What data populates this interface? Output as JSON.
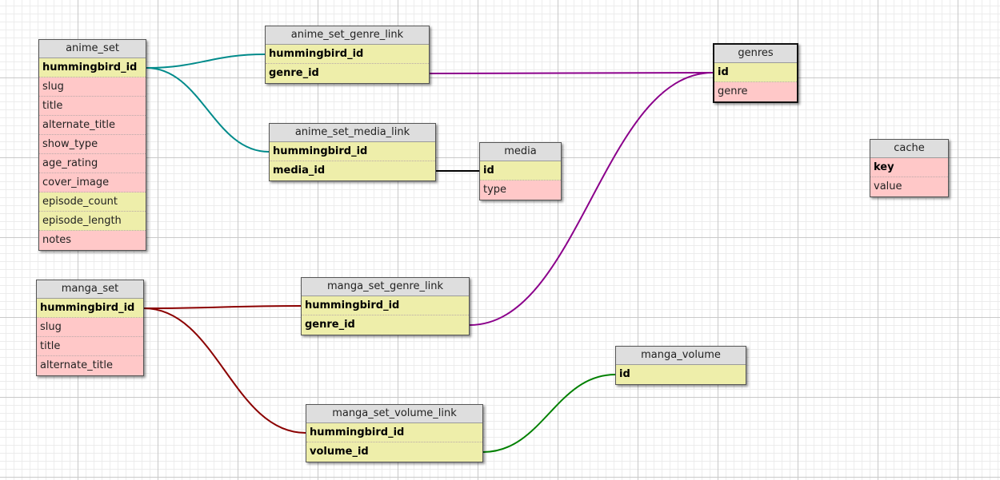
{
  "diagram": {
    "tables": [
      {
        "id": "anime_set",
        "name": "anime_set",
        "fields": [
          {
            "name": "hummingbird_id",
            "kind": "key",
            "bold": true
          },
          {
            "name": "slug",
            "kind": "plain",
            "bold": false
          },
          {
            "name": "title",
            "kind": "plain",
            "bold": false
          },
          {
            "name": "alternate_title",
            "kind": "plain",
            "bold": false
          },
          {
            "name": "show_type",
            "kind": "plain",
            "bold": false
          },
          {
            "name": "age_rating",
            "kind": "plain",
            "bold": false
          },
          {
            "name": "cover_image",
            "kind": "plain",
            "bold": false
          },
          {
            "name": "episode_count",
            "kind": "key",
            "bold": false
          },
          {
            "name": "episode_length",
            "kind": "key",
            "bold": false
          },
          {
            "name": "notes",
            "kind": "plain",
            "bold": false
          }
        ]
      },
      {
        "id": "anime_set_genre_link",
        "name": "anime_set_genre_link",
        "fields": [
          {
            "name": "hummingbird_id",
            "kind": "key",
            "bold": true
          },
          {
            "name": "genre_id",
            "kind": "key",
            "bold": true
          }
        ]
      },
      {
        "id": "anime_set_media_link",
        "name": "anime_set_media_link",
        "fields": [
          {
            "name": "hummingbird_id",
            "kind": "key",
            "bold": true
          },
          {
            "name": "media_id",
            "kind": "key",
            "bold": true
          }
        ]
      },
      {
        "id": "genres",
        "name": "genres",
        "selected": true,
        "fields": [
          {
            "name": "id",
            "kind": "key",
            "bold": true
          },
          {
            "name": "genre",
            "kind": "plain",
            "bold": false
          }
        ]
      },
      {
        "id": "media",
        "name": "media",
        "fields": [
          {
            "name": "id",
            "kind": "key",
            "bold": true
          },
          {
            "name": "type",
            "kind": "plain",
            "bold": false
          }
        ]
      },
      {
        "id": "cache",
        "name": "cache",
        "fields": [
          {
            "name": "key",
            "kind": "plain",
            "bold": true
          },
          {
            "name": "value",
            "kind": "plain",
            "bold": false
          }
        ]
      },
      {
        "id": "manga_set",
        "name": "manga_set",
        "fields": [
          {
            "name": "hummingbird_id",
            "kind": "key",
            "bold": true
          },
          {
            "name": "slug",
            "kind": "plain",
            "bold": false
          },
          {
            "name": "title",
            "kind": "plain",
            "bold": false
          },
          {
            "name": "alternate_title",
            "kind": "plain",
            "bold": false
          }
        ]
      },
      {
        "id": "manga_set_genre_link",
        "name": "manga_set_genre_link",
        "fields": [
          {
            "name": "hummingbird_id",
            "kind": "key",
            "bold": true
          },
          {
            "name": "genre_id",
            "kind": "key",
            "bold": true
          }
        ]
      },
      {
        "id": "manga_volume",
        "name": "manga_volume",
        "fields": [
          {
            "name": "id",
            "kind": "key",
            "bold": true
          }
        ]
      },
      {
        "id": "manga_set_volume_link",
        "name": "manga_set_volume_link",
        "fields": [
          {
            "name": "hummingbird_id",
            "kind": "key",
            "bold": true
          },
          {
            "name": "volume_id",
            "kind": "key",
            "bold": true
          }
        ]
      }
    ],
    "relations": [
      {
        "from": "anime_set.hummingbird_id",
        "to": "anime_set_genre_link.hummingbird_id",
        "color": "#008b8b"
      },
      {
        "from": "anime_set.hummingbird_id",
        "to": "anime_set_media_link.hummingbird_id",
        "color": "#008b8b"
      },
      {
        "from": "anime_set_genre_link.genre_id",
        "to": "genres.id",
        "color": "#8b008b"
      },
      {
        "from": "anime_set_media_link.media_id",
        "to": "media.id",
        "color": "#000000"
      },
      {
        "from": "manga_set_genre_link.genre_id",
        "to": "genres.id",
        "color": "#8b008b"
      },
      {
        "from": "manga_set.hummingbird_id",
        "to": "manga_set_genre_link.hummingbird_id",
        "color": "#8b0000"
      },
      {
        "from": "manga_set.hummingbird_id",
        "to": "manga_set_volume_link.hummingbird_id",
        "color": "#8b0000"
      },
      {
        "from": "manga_set_volume_link.volume_id",
        "to": "manga_volume.id",
        "color": "#008000"
      }
    ]
  }
}
